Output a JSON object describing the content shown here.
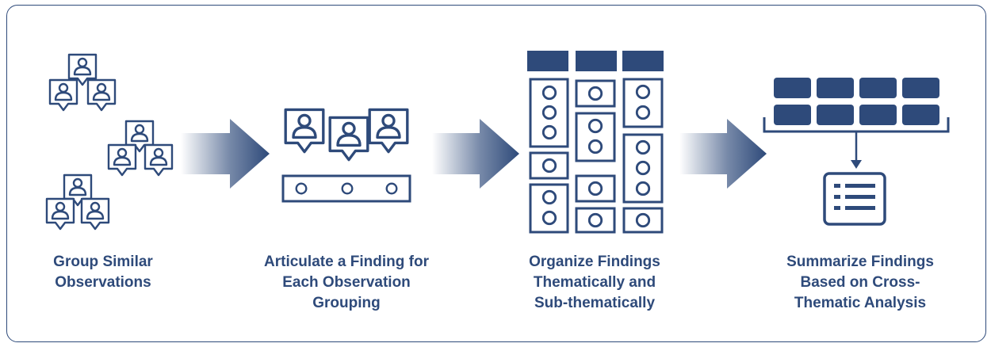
{
  "steps": [
    {
      "label": "Group Similar\nObservations"
    },
    {
      "label": "Articulate a Finding for\nEach Observation\nGrouping"
    },
    {
      "label": "Organize Findings\nThematically and\nSub-thematically"
    },
    {
      "label": "Summarize Findings\nBased on Cross-\nThematic Analysis"
    }
  ],
  "colors": {
    "primary": "#2e4a7a",
    "border": "#2e4a7a"
  },
  "icons": [
    "person-speech-bubble-icon",
    "arrow-right-icon",
    "finding-bar-icon",
    "theme-grid-icon",
    "summary-document-icon"
  ]
}
